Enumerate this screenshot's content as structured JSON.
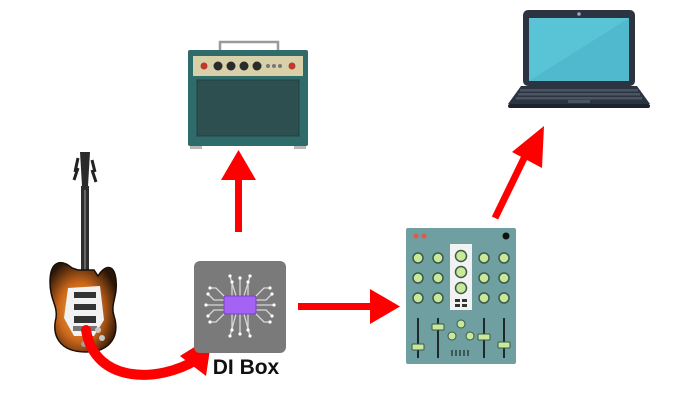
{
  "diagram": {
    "nodes": [
      {
        "id": "guitar",
        "icon": "electric-guitar-icon"
      },
      {
        "id": "amp",
        "icon": "guitar-amplifier-icon"
      },
      {
        "id": "di-box",
        "icon": "di-box-chip-icon",
        "label": "DI Box"
      },
      {
        "id": "mixer",
        "icon": "audio-mixer-icon"
      },
      {
        "id": "laptop",
        "icon": "laptop-icon"
      }
    ],
    "edges": [
      {
        "from": "guitar",
        "to": "di-box"
      },
      {
        "from": "di-box",
        "to": "amp"
      },
      {
        "from": "di-box",
        "to": "mixer"
      },
      {
        "from": "mixer",
        "to": "laptop"
      }
    ],
    "colors": {
      "arrow": "#ff0000",
      "amp_body": "#2f6b6a",
      "amp_grille": "#2d4f50",
      "di_box": "#7a7a7a",
      "chip": "#a463f2",
      "mixer_body": "#6f9fa0",
      "mixer_knob": "#c9e89a",
      "laptop_screen": "#59c4d6",
      "laptop_frame": "#2b3440",
      "guitar_burst": "#e08a1e"
    }
  }
}
